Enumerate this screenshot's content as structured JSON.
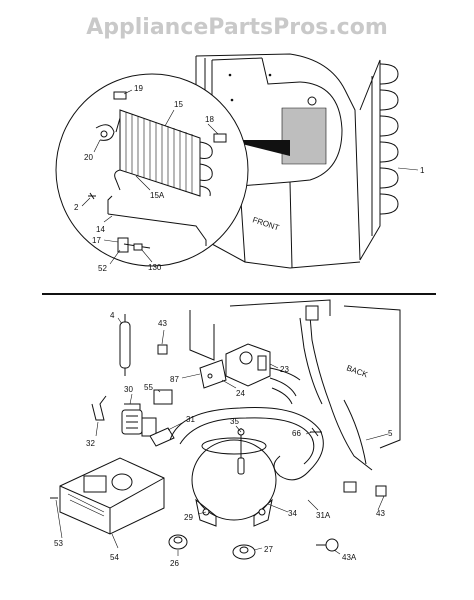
{
  "watermark": "AppliancePartsPros.com",
  "labels": {
    "front": "FRONT",
    "back": "BACK"
  },
  "callouts": [
    {
      "key": "p19",
      "text": "19"
    },
    {
      "key": "p15",
      "text": "15"
    },
    {
      "key": "p18",
      "text": "18"
    },
    {
      "key": "p20",
      "text": "20"
    },
    {
      "key": "p15A",
      "text": "15A"
    },
    {
      "key": "p2",
      "text": "2"
    },
    {
      "key": "p14",
      "text": "14"
    },
    {
      "key": "p17",
      "text": "17"
    },
    {
      "key": "p52",
      "text": "52"
    },
    {
      "key": "p130",
      "text": "130"
    },
    {
      "key": "p1",
      "text": "1"
    },
    {
      "key": "p4",
      "text": "4"
    },
    {
      "key": "p43a",
      "text": "43"
    },
    {
      "key": "p87",
      "text": "87"
    },
    {
      "key": "p23",
      "text": "23"
    },
    {
      "key": "p24",
      "text": "24"
    },
    {
      "key": "p30",
      "text": "30"
    },
    {
      "key": "p55",
      "text": "55"
    },
    {
      "key": "p31",
      "text": "31"
    },
    {
      "key": "p32",
      "text": "32"
    },
    {
      "key": "p35",
      "text": "35"
    },
    {
      "key": "p66",
      "text": "66"
    },
    {
      "key": "p5",
      "text": "5"
    },
    {
      "key": "p34",
      "text": "34"
    },
    {
      "key": "p31A",
      "text": "31A"
    },
    {
      "key": "p43b",
      "text": "43"
    },
    {
      "key": "p29",
      "text": "29"
    },
    {
      "key": "p53",
      "text": "53"
    },
    {
      "key": "p54",
      "text": "54"
    },
    {
      "key": "p26",
      "text": "26"
    },
    {
      "key": "p27",
      "text": "27"
    },
    {
      "key": "p43A",
      "text": "43A"
    }
  ]
}
